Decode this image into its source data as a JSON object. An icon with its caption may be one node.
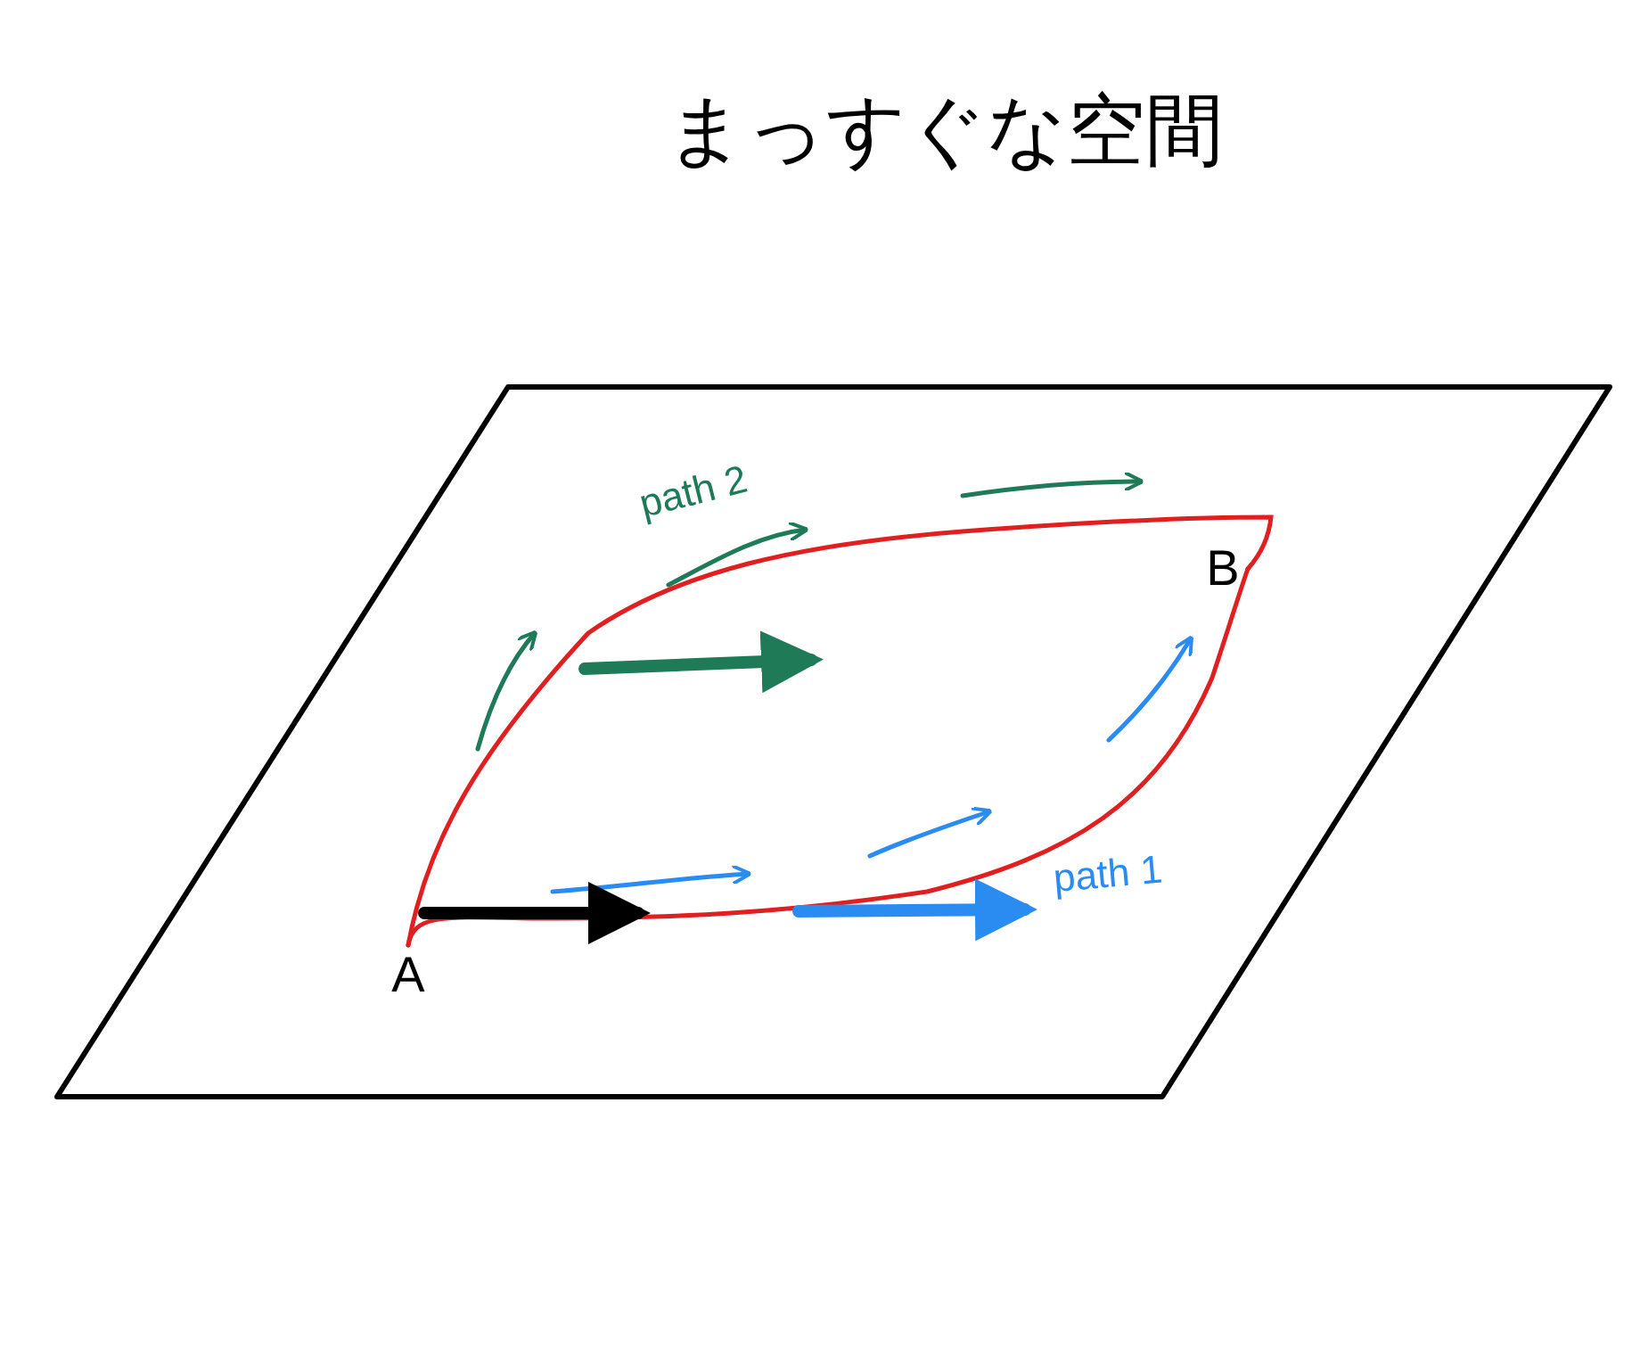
{
  "diagram": {
    "title": "まっすぐな空間",
    "nodes": [
      {
        "text": [
          "B"
        ]
      },
      {
        "text": [
          "A"
        ]
      }
    ],
    "edges": [
      {
        "from": 1,
        "to": 0,
        "arrow": "none",
        "label": "path 2"
      },
      {
        "from": 1,
        "to": 0,
        "arrow": "none",
        "label": "path 1"
      }
    ]
  }
}
